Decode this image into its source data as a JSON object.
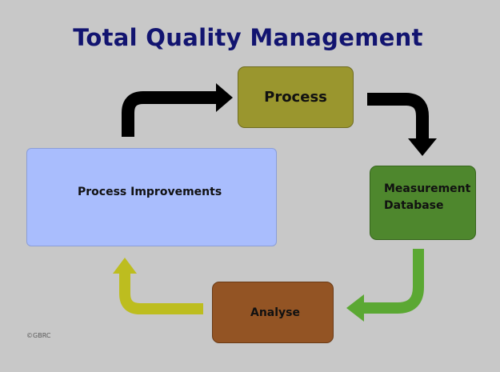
{
  "title": "Total Quality Management",
  "boxes": {
    "process": {
      "label": "Process",
      "color": "#9a962e"
    },
    "measurement_database": {
      "lines": [
        "Measurement",
        "Database"
      ],
      "color": "#4e872d"
    },
    "analyse": {
      "label": "Analyse",
      "color": "#935424"
    },
    "process_improvements": {
      "label": "Process Improvements",
      "color": "#a9bdfd"
    }
  },
  "arrows": [
    {
      "from": "process_improvements",
      "to": "process",
      "color": "#000000"
    },
    {
      "from": "process",
      "to": "measurement_database",
      "color": "#000000"
    },
    {
      "from": "measurement_database",
      "to": "analyse",
      "color": "#5ba833"
    },
    {
      "from": "analyse",
      "to": "process_improvements",
      "color": "#bdbd1f"
    }
  ],
  "copyright": "©GBRC"
}
